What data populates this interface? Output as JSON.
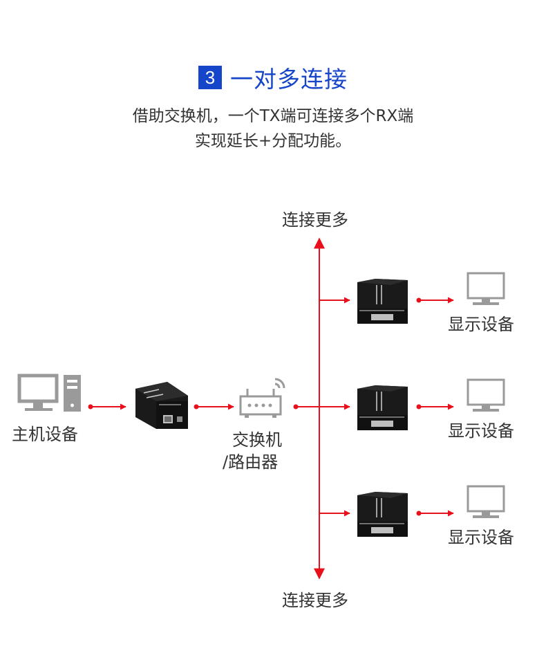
{
  "section": {
    "number": "3",
    "title": "一对多连接"
  },
  "description": {
    "line1": "借助交换机，一个TX端可连接多个RX端",
    "line2": "实现延长+分配功能。"
  },
  "labels": {
    "host": "主机设备",
    "switch_line1": "交换机",
    "switch_line2": "/路由器",
    "more_top": "连接更多",
    "more_bottom": "连接更多",
    "display_1": "显示设备",
    "display_2": "显示设备",
    "display_3": "显示设备"
  },
  "colors": {
    "accent": "#1545c8",
    "arrow": "#e8101a",
    "icon_gray": "#9a9a9a",
    "device": "#1a1a1a"
  },
  "icons": [
    "computer-icon",
    "tower-icon",
    "tx-extender-icon",
    "router-icon",
    "rx-extender-icon",
    "monitor-icon"
  ]
}
